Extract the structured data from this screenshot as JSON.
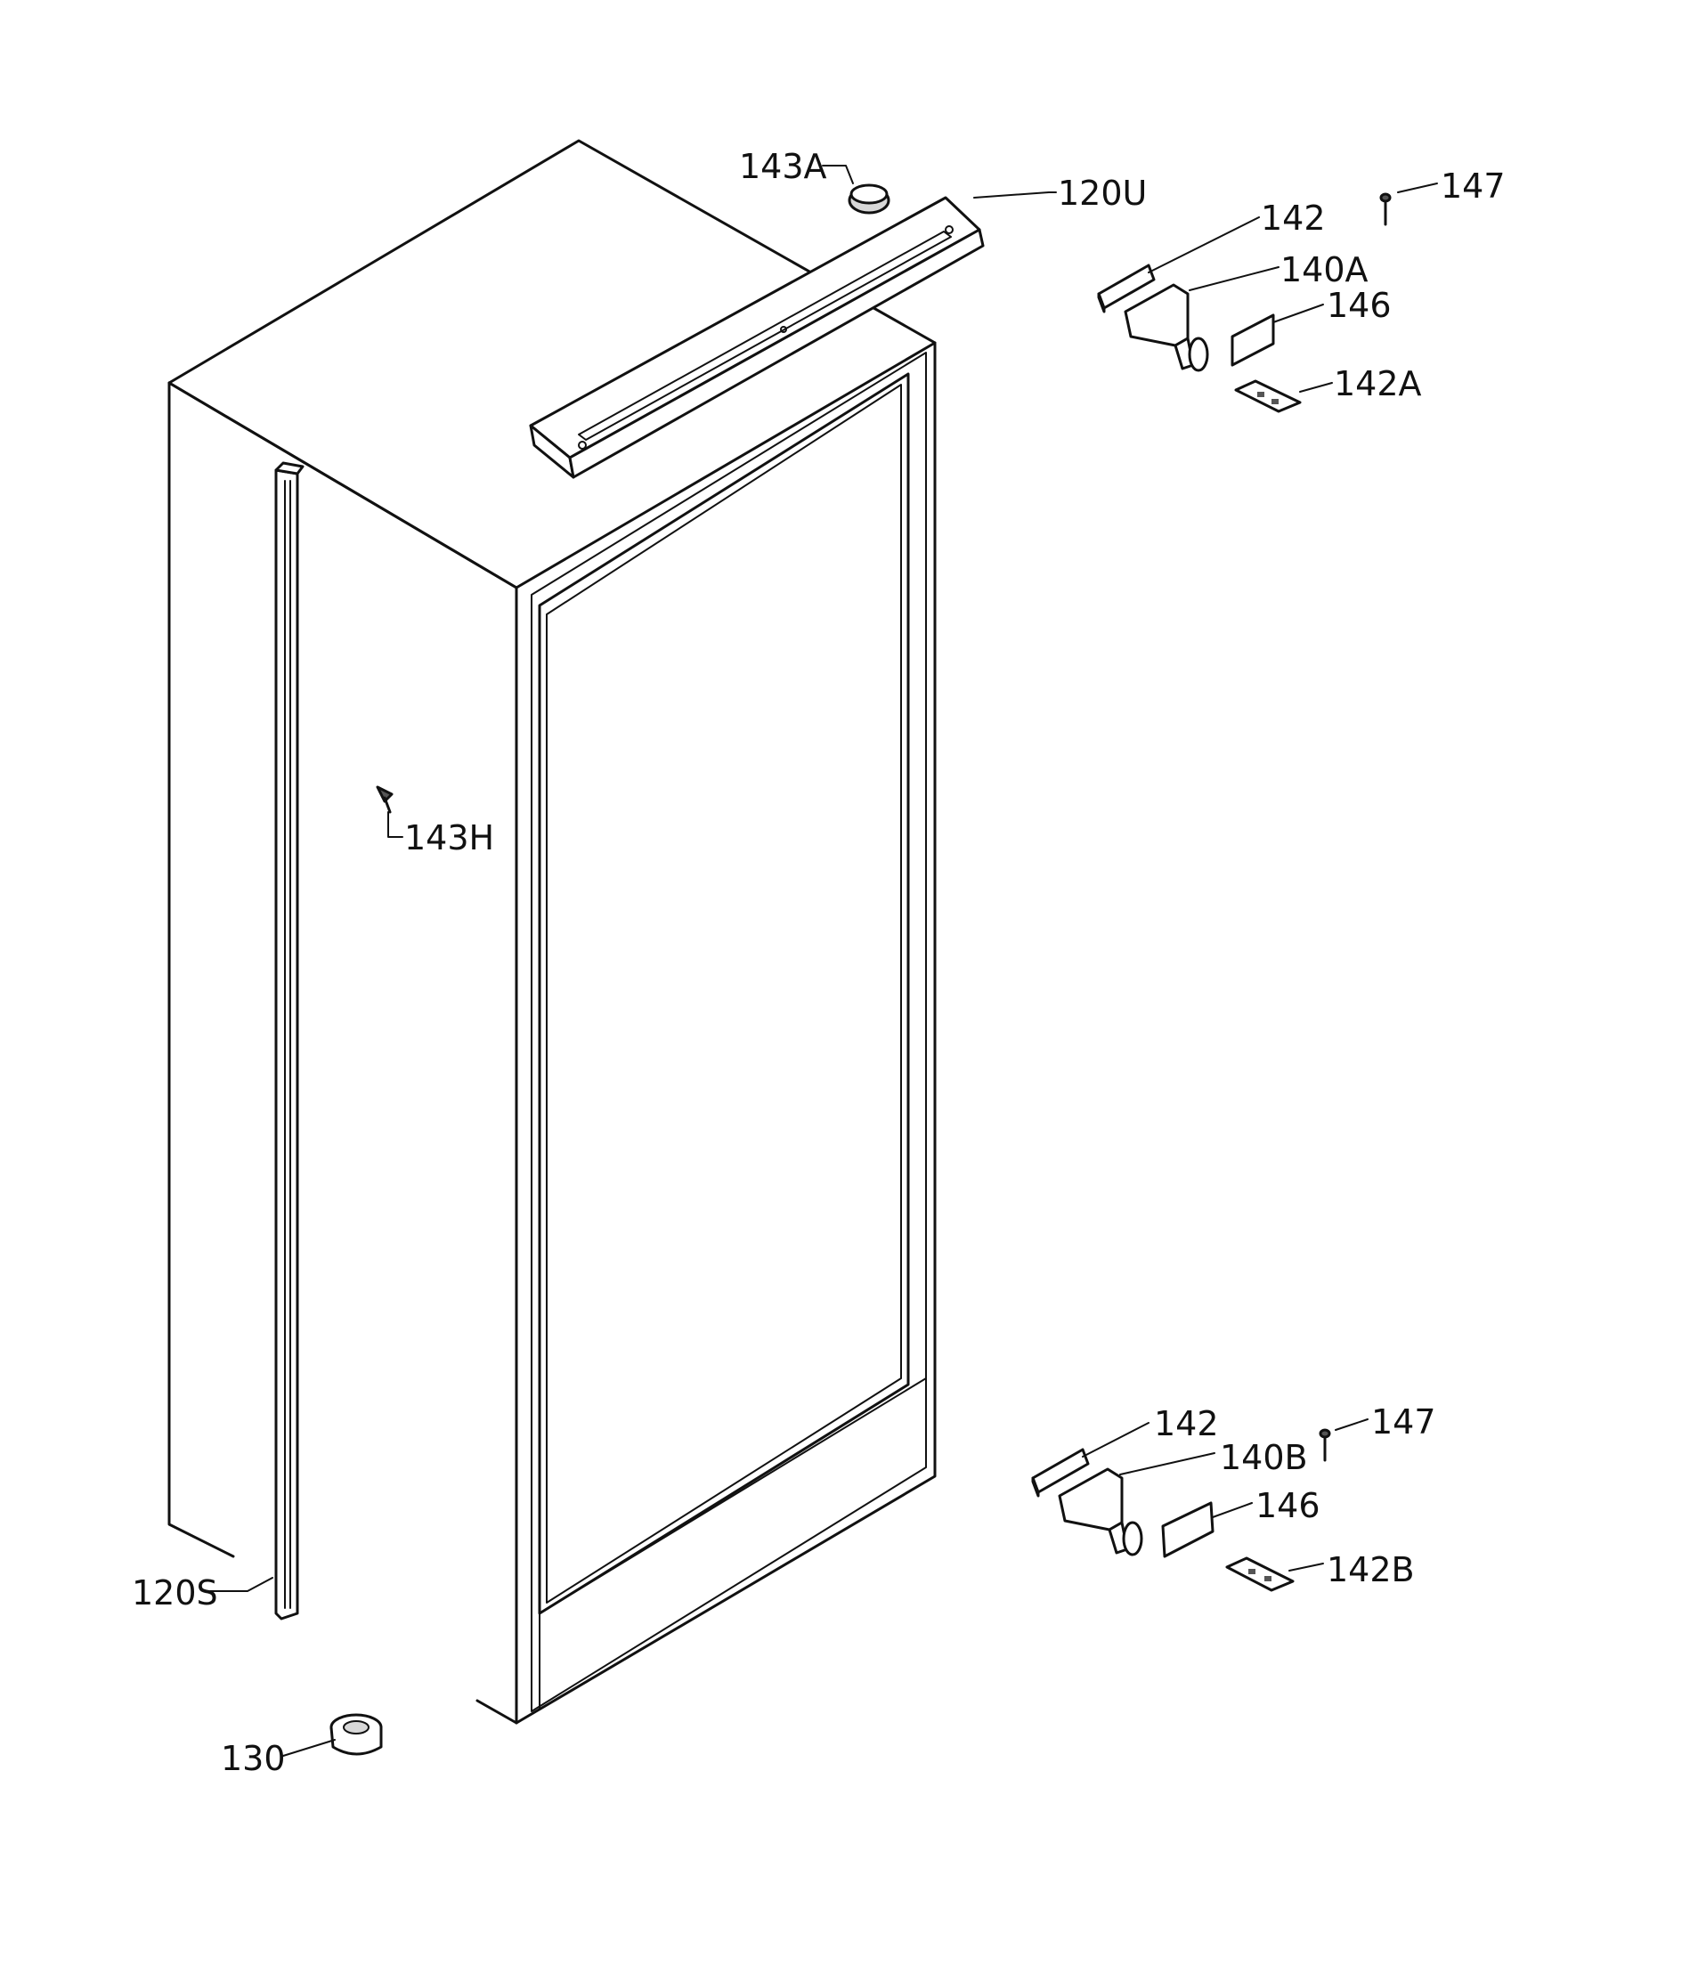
{
  "labels": {
    "l143A": "143A",
    "l120U": "120U",
    "l147a": "147",
    "l142a": "142",
    "l140A": "140A",
    "l146a": "146",
    "l142A": "142A",
    "l143H": "143H",
    "l142b": "142",
    "l147b": "147",
    "l140B": "140B",
    "l146b": "146",
    "l142B": "142B",
    "l120S": "120S",
    "l130": "130"
  }
}
